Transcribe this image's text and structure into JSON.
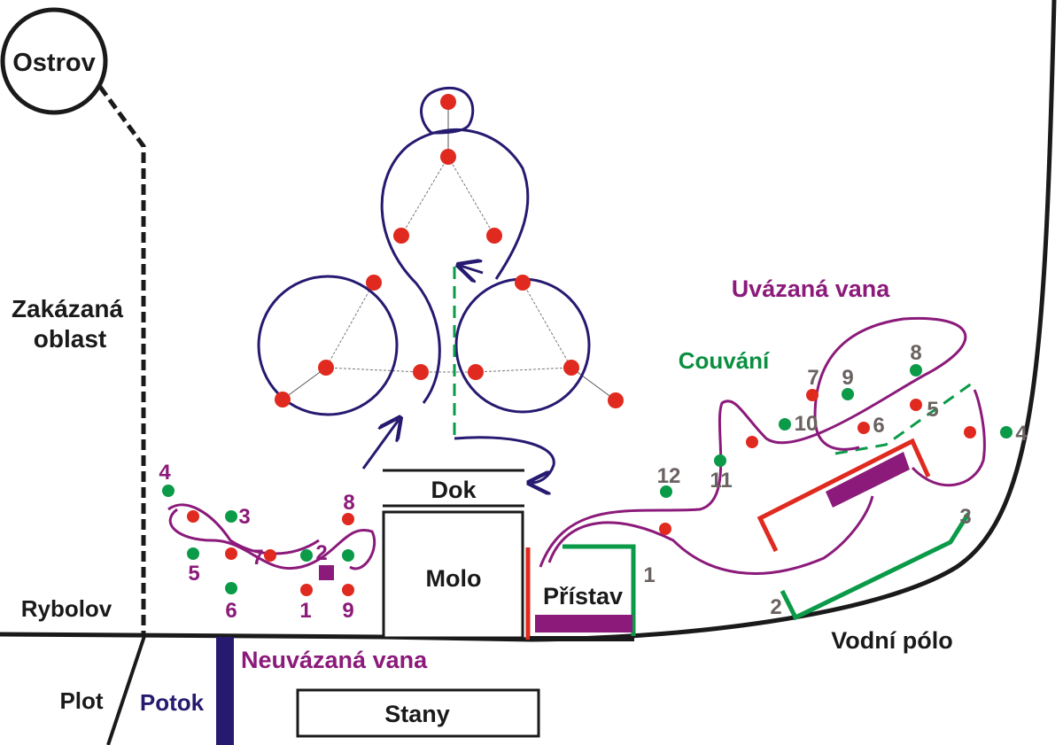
{
  "title": "Mapa soutěžních disciplín",
  "colors": {
    "red_dot": "#e02a1f",
    "green_dot": "#0a9a48",
    "purple": "#8b1a7a",
    "navy": "#251a70",
    "green": "#0a8f40",
    "black": "#1a1a1a",
    "gray_label": "#6a6260"
  },
  "labels": {
    "ostrov": "Ostrov",
    "zakazana1": "Zakázaná",
    "zakazana2": "oblast",
    "rybolov": "Rybolov",
    "plot": "Plot",
    "potok": "Potok",
    "neuvazana": "Neuvázaná vana",
    "stany": "Stany",
    "dok": "Dok",
    "molo": "Molo",
    "pristav": "Přístav",
    "vodni_polo": "Vodní pólo",
    "couvani": "Couvání",
    "uvazana": "Uvázaná vana"
  },
  "neuvazana_points": [
    "1",
    "2",
    "3",
    "4",
    "5",
    "6",
    "7",
    "8",
    "9"
  ],
  "uvazana_points": [
    "1",
    "2",
    "3",
    "4",
    "5",
    "6",
    "7",
    "8",
    "9",
    "10",
    "11",
    "12"
  ]
}
